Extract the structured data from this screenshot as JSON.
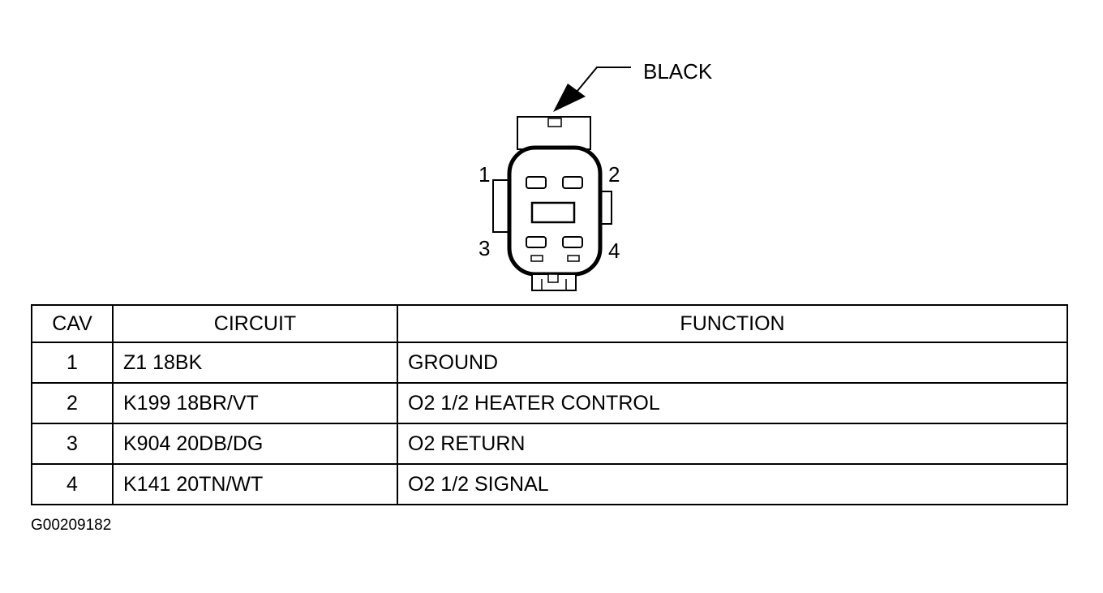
{
  "diagram": {
    "color_label": "BLACK",
    "cavity_numbers": [
      "1",
      "2",
      "3",
      "4"
    ]
  },
  "table": {
    "headers": {
      "cav": "CAV",
      "circuit": "CIRCUIT",
      "function": "FUNCTION"
    },
    "rows": [
      {
        "cav": "1",
        "circuit": "Z1 18BK",
        "function": "GROUND"
      },
      {
        "cav": "2",
        "circuit": "K199 18BR/VT",
        "function": "O2 1/2 HEATER CONTROL"
      },
      {
        "cav": "3",
        "circuit": "K904 20DB/DG",
        "function": "O2 RETURN"
      },
      {
        "cav": "4",
        "circuit": "K141 20TN/WT",
        "function": "O2 1/2 SIGNAL"
      }
    ]
  },
  "reference_code": "G00209182"
}
